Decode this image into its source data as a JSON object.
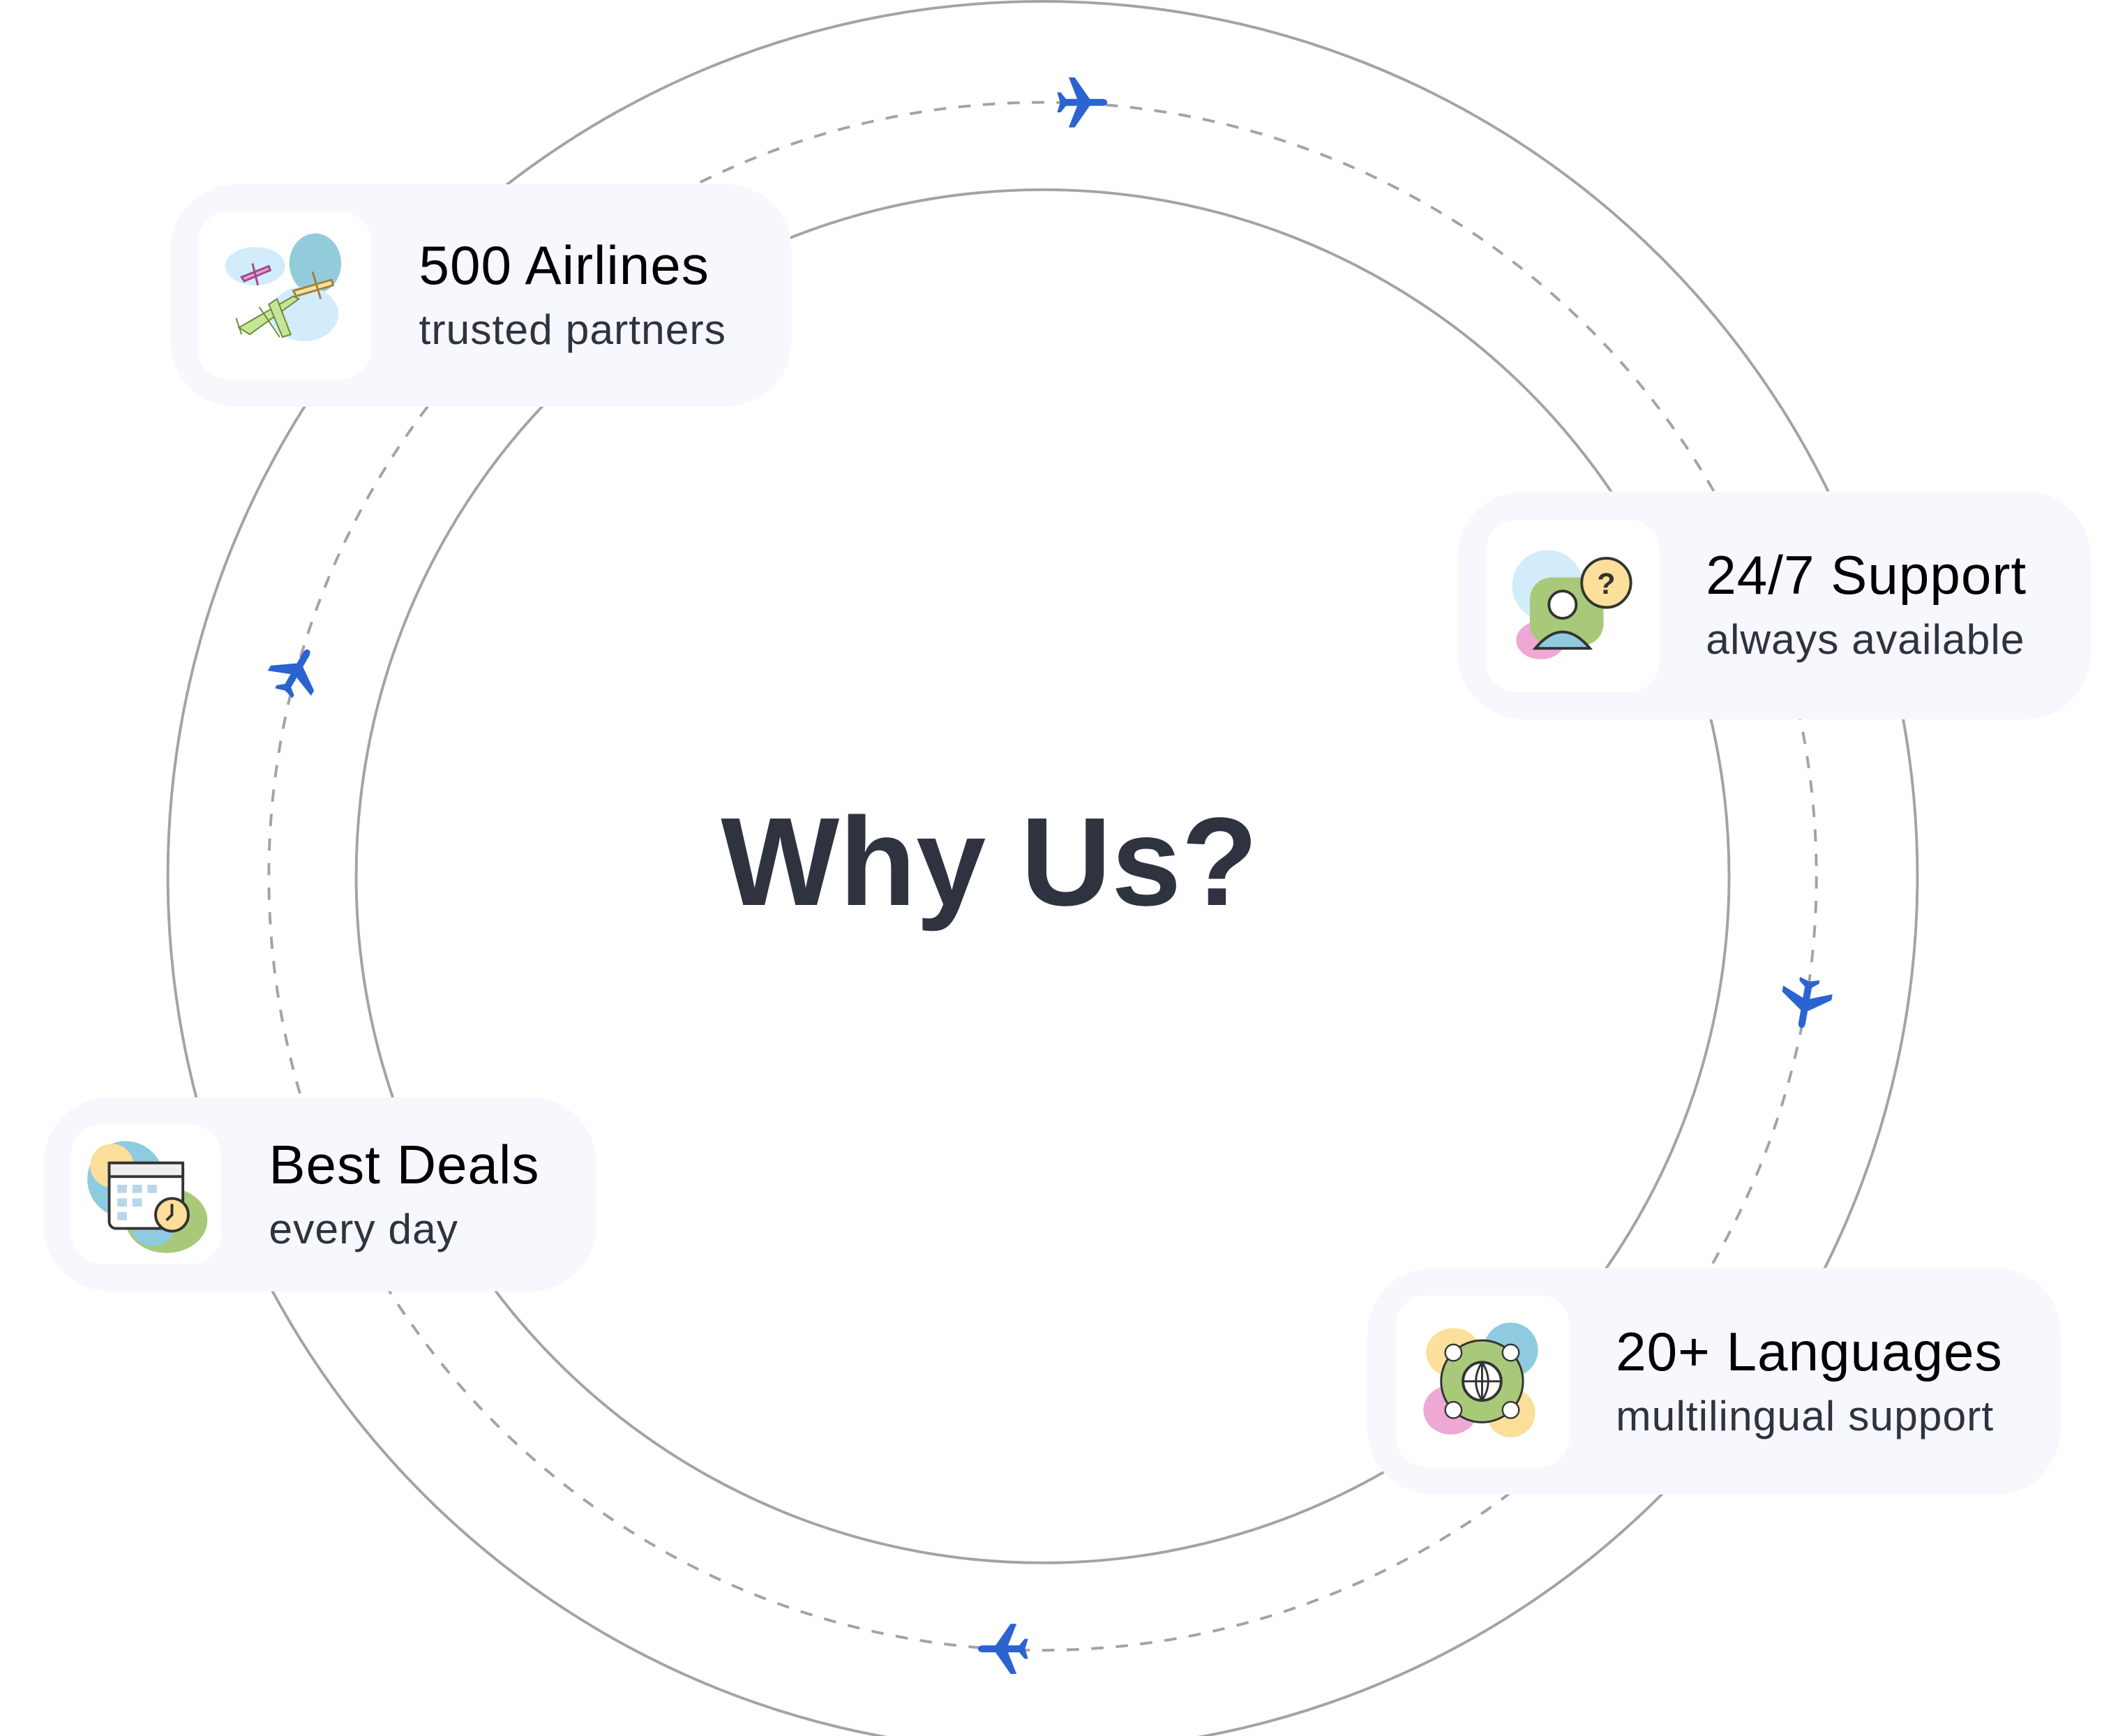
{
  "title": "Why Us?",
  "features": [
    {
      "heading": "500 Airlines",
      "subtext": "trusted partners",
      "icon": "airplanes-icon"
    },
    {
      "heading": "24/7 Support",
      "subtext": "always available",
      "icon": "support-agent-icon"
    },
    {
      "heading": "Best Deals",
      "subtext": "every day",
      "icon": "calendar-clock-icon"
    },
    {
      "heading": "20+ Languages",
      "subtext": "multilingual support",
      "icon": "globe-people-icon"
    }
  ],
  "colors": {
    "plane": "#2b63d0",
    "ring": "#a3a3a3",
    "card": "#f6f8fd",
    "title": "#2f3340"
  }
}
